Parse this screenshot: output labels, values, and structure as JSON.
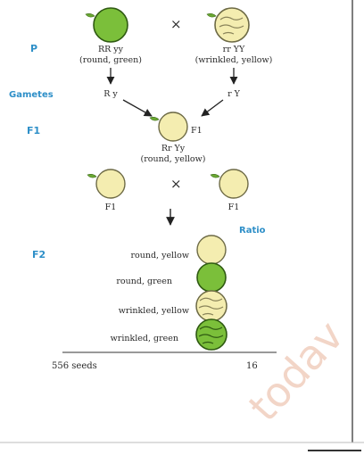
{
  "colors": {
    "label_blue": "#2e8fc8",
    "green_fill": "#7bbf3a",
    "yellow_fill": "#f4edb0",
    "text": "#2a2a2a",
    "watermark": "#e9b39b"
  },
  "generations": {
    "p": "P",
    "gametes": "Gametes",
    "f1": "F1",
    "f2": "F2"
  },
  "cross_symbol": "×",
  "parents": {
    "left": {
      "genotype": "RR yy",
      "phenotype": "(round, green)",
      "seed": "round-green"
    },
    "right": {
      "genotype": "rr YY",
      "phenotype": "(wrinkled, yellow)",
      "seed": "wrinkled-yellow"
    }
  },
  "gametes": {
    "left": "R y",
    "right": "r Y"
  },
  "f1": {
    "label": "F1",
    "genotype": "Rr Yy",
    "phenotype": "(round, yellow)",
    "seed": "round-yellow"
  },
  "f1_cross": {
    "left_label": "F1",
    "right_label": "F1"
  },
  "f2": {
    "ratio_header": "Ratio",
    "rows": [
      {
        "label": "round, yellow",
        "seed": "round-yellow"
      },
      {
        "label": "round, green",
        "seed": "round-green"
      },
      {
        "label": "wrinkled, yellow",
        "seed": "wrinkled-yellow"
      },
      {
        "label": "wrinkled, green",
        "seed": "wrinkled-green"
      }
    ],
    "total_seeds": "556 seeds",
    "ratio_total": "16"
  },
  "watermark": "todav"
}
